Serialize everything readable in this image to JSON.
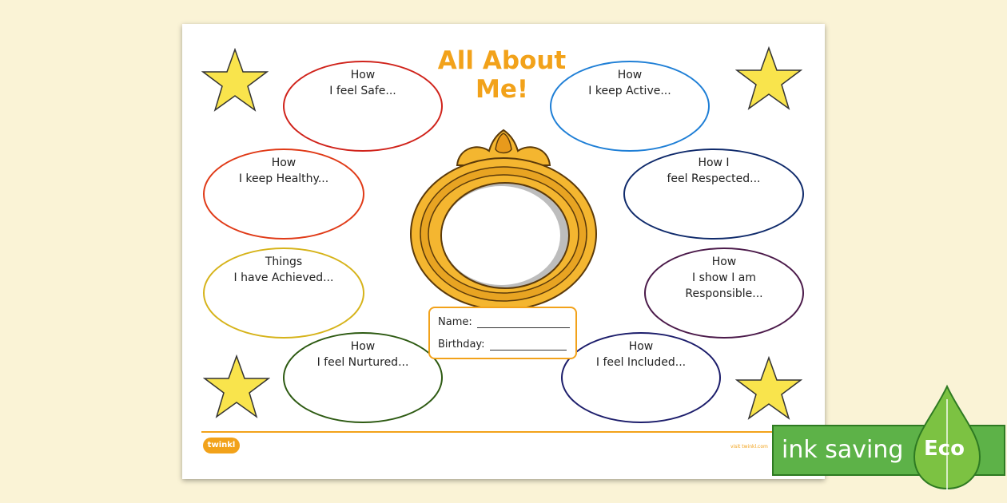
{
  "worksheet": {
    "title_line1": "All About",
    "title_line2": "Me!",
    "bubbles": [
      {
        "line1": "How",
        "line2": "I feel Safe...",
        "color": "#d0231b"
      },
      {
        "line1": "How",
        "line2": "I keep Active...",
        "color": "#1f7fd6"
      },
      {
        "line1": "How",
        "line2": "I keep Healthy...",
        "color": "#e03a17"
      },
      {
        "line1": "How I",
        "line2": "feel Respected...",
        "color": "#0f2a6b"
      },
      {
        "line1": "Things",
        "line2": "I have Achieved...",
        "color": "#d6b31a"
      },
      {
        "line1": "How",
        "line2": "I show I am",
        "line3": "Responsible...",
        "color": "#4b1a4a"
      },
      {
        "line1": "How",
        "line2": "I feel Nurtured...",
        "color": "#2d5a12"
      },
      {
        "line1": "How",
        "line2": "I feel Included...",
        "color": "#1c1d6b"
      }
    ],
    "name_label": "Name:",
    "birthday_label": "Birthday:",
    "logo_text": "twinkl",
    "visit_text": "visit twinkl.com",
    "accent_color": "#f2a21a",
    "star_color": "#f9e44c",
    "frame_color": "#f4b630"
  },
  "eco_badge": {
    "text": "ink saving",
    "word": "Eco",
    "color": "#5db248"
  }
}
